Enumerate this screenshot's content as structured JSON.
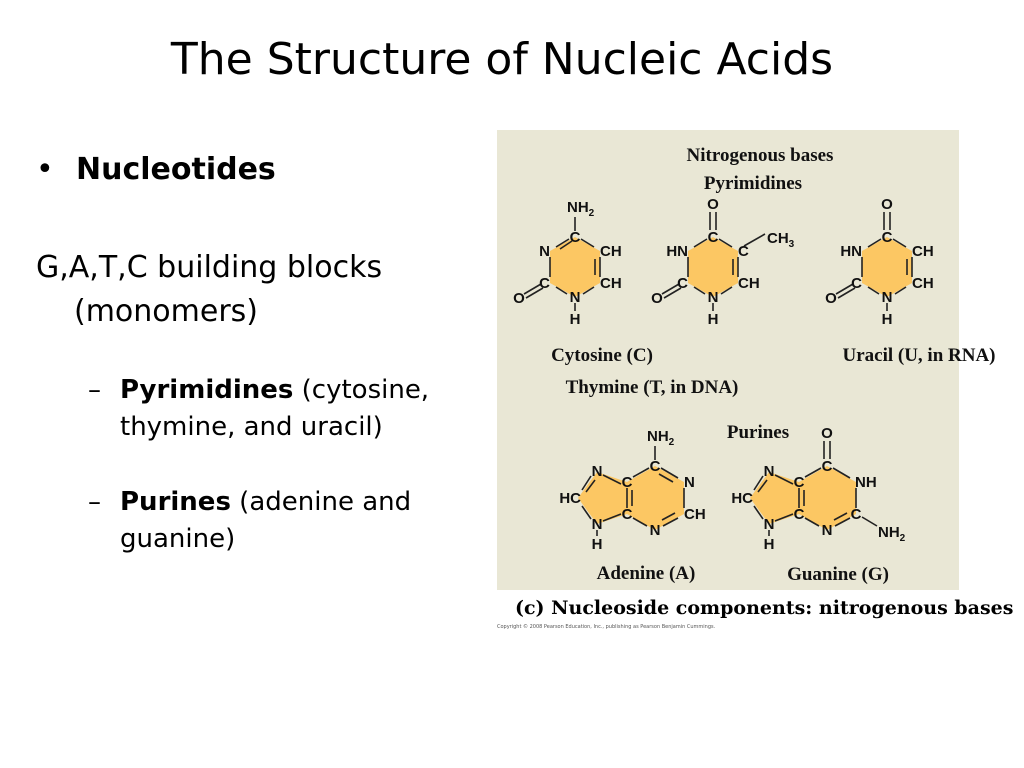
{
  "slide": {
    "title": "The Structure of Nucleic Acids",
    "bullet_1": "Nucleotides",
    "bullet_marker": "•",
    "para_line_1": "G,A,T,C building blocks",
    "para_line_2": "(monomers)",
    "dash": "–",
    "pyrimidines_bold": "Pyrimidines",
    "pyrimidines_rest_1": " (cytosine,",
    "pyrimidines_rest_2": "thymine, and uracil)",
    "purines_bold": "Purines",
    "purines_rest_1": " (adenine and",
    "purines_rest_2": "guanine)"
  },
  "figure": {
    "heading": "Nitrogenous bases",
    "pyrimidines_label": "Pyrimidines",
    "purines_label": "Purines",
    "cytosine_label": "Cytosine (C)",
    "thymine_label": "Thymine (T, in DNA)",
    "uracil_label": "Uracil (U, in RNA)",
    "adenine_label": "Adenine (A)",
    "guanine_label": "Guanine (G)",
    "caption": "(c) Nucleoside components: nitrogenous bases",
    "copyright": "Copyright © 2008 Pearson Education, Inc., publishing as Pearson Benjamin Cummings.",
    "atoms": {
      "N": "N",
      "C": "C",
      "H": "H",
      "O": "O",
      "CH": "CH",
      "HN": "HN",
      "HC": "HC",
      "NH": "NH",
      "NH2": "NH",
      "CH3": "CH",
      "two": "2",
      "three": "3"
    },
    "ring_color": "#fcc763",
    "background_color": "#e9e7d5"
  }
}
